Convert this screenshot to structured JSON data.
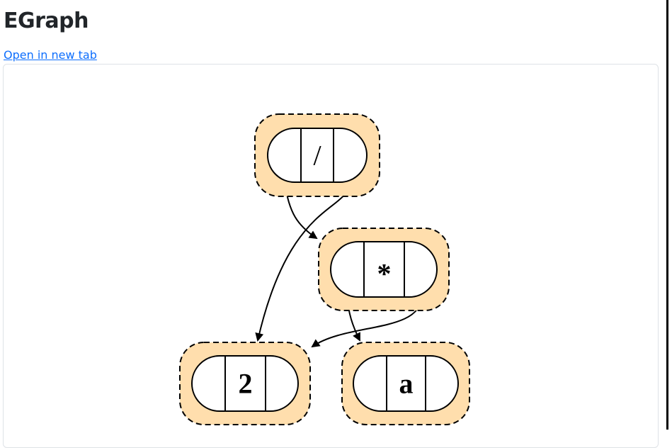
{
  "header": {
    "title": "EGraph",
    "open_link": "Open in new tab"
  },
  "graph": {
    "eclass_fill": "#ffdead",
    "stroke": "#000000",
    "nodes": [
      {
        "id": "div",
        "label": "/"
      },
      {
        "id": "mul",
        "label": "*"
      },
      {
        "id": "two",
        "label": "2"
      },
      {
        "id": "a",
        "label": "a"
      }
    ],
    "edges": [
      {
        "from": "div",
        "port": 0,
        "to": "mul"
      },
      {
        "from": "div",
        "port": 1,
        "to": "two"
      },
      {
        "from": "mul",
        "port": 0,
        "to": "a"
      },
      {
        "from": "mul",
        "port": 1,
        "to": "two"
      }
    ]
  }
}
